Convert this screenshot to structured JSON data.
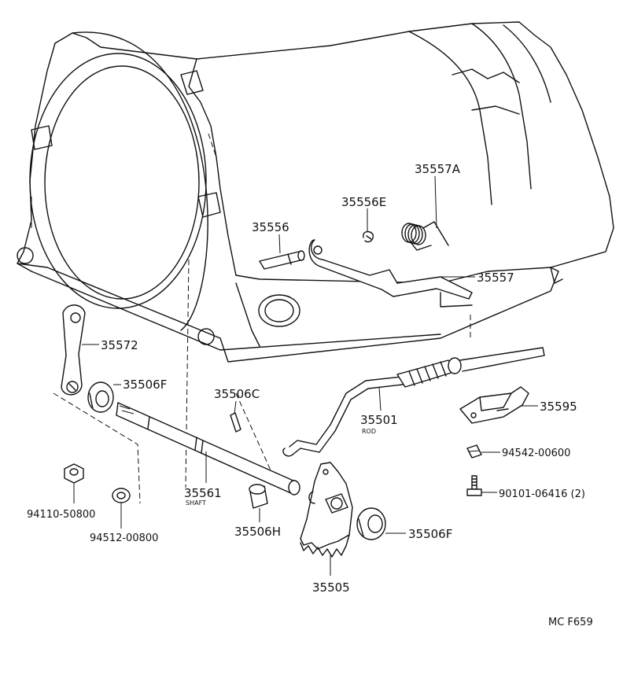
{
  "diagram": {
    "ref_code": "MC F659",
    "parts": {
      "p35557A": "35557A",
      "p35556E": "35556E",
      "p35556": "35556",
      "p35557": "35557",
      "p35572": "35572",
      "p35506F_top": "35506F",
      "p35506C": "35506C",
      "p35501": "35501",
      "p35501_sub": "ROD",
      "p35595": "35595",
      "p94542": "94542-00600",
      "p90101": "90101-06416 (2)",
      "p94110": "94110-50800",
      "p94512": "94512-00800",
      "p35561": "35561",
      "p35561_sub": "SHAFT",
      "p35506H": "35506H",
      "p35506F_bottom": "35506F",
      "p35505": "35505"
    }
  }
}
